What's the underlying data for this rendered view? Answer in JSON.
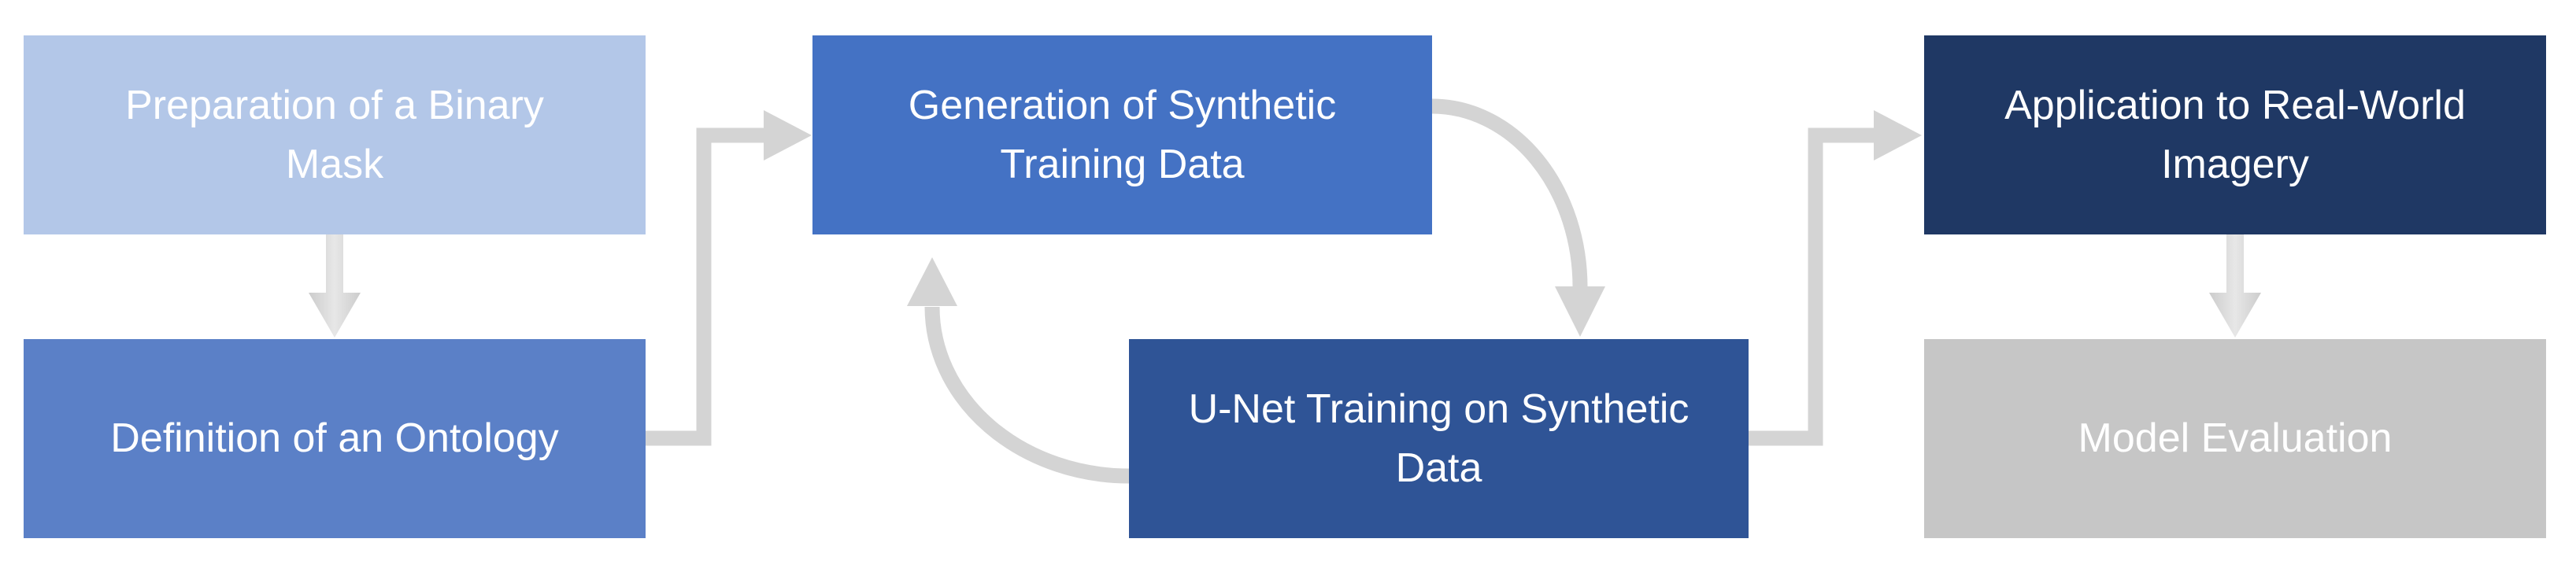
{
  "diagram": {
    "type": "flowchart",
    "background_color": "#ffffff",
    "connector_color": "#d4d4d4",
    "connector_highlight": "#e6e6e6",
    "nodes": [
      {
        "id": "binary-mask",
        "label": "Preparation of a Binary\nMask",
        "fill": "#b3c7e8",
        "text_color": "#ffffff"
      },
      {
        "id": "ontology",
        "label": "Definition of an Ontology",
        "fill": "#5b80c7",
        "text_color": "#ffffff"
      },
      {
        "id": "synthetic-data",
        "label": "Generation of Synthetic\nTraining Data",
        "fill": "#4472c4",
        "text_color": "#ffffff"
      },
      {
        "id": "unet-training",
        "label": "U-Net Training on Synthetic\nData",
        "fill": "#2f5496",
        "text_color": "#ffffff"
      },
      {
        "id": "application",
        "label": "Application to Real-World\nImagery",
        "fill": "#1f3864",
        "text_color": "#ffffff"
      },
      {
        "id": "evaluation",
        "label": "Model Evaluation",
        "fill": "#c6c6c6",
        "text_color": "#ffffff"
      }
    ],
    "edges": [
      {
        "from": "binary-mask",
        "to": "ontology",
        "style": "straight-down-arrow"
      },
      {
        "from": "ontology",
        "to": "synthetic-data",
        "style": "elbow-arrow"
      },
      {
        "from": "synthetic-data",
        "to": "unet-training",
        "style": "curved-arrow"
      },
      {
        "from": "unet-training",
        "to": "synthetic-data",
        "style": "curved-arrow"
      },
      {
        "from": "unet-training",
        "to": "application",
        "style": "elbow-arrow"
      },
      {
        "from": "application",
        "to": "evaluation",
        "style": "straight-down-arrow"
      }
    ]
  }
}
